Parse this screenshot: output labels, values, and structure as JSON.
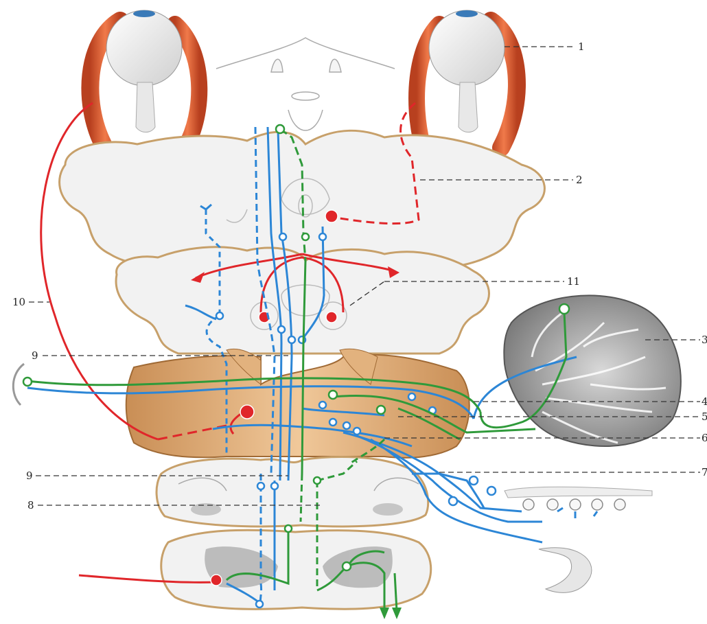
{
  "labels": {
    "l1": "1",
    "l2": "2",
    "l3": "3",
    "l4": "4",
    "l5": "5",
    "l6": "6",
    "l7": "7",
    "l8": "8",
    "l9a": "9",
    "l9b": "9",
    "l10": "10",
    "l11": "11"
  },
  "colors": {
    "background": "#ffffff",
    "brain_tissue": "#f1f1f1",
    "brain_outline": "#c8a46a",
    "pons_tan": "#d9a46b",
    "muscle": "#d9532c",
    "cerebellum": "#8b8b8b",
    "pathway_red": "#e0262a",
    "pathway_blue": "#2c86d6",
    "pathway_green": "#2f9a3a",
    "leader_line": "#333333"
  }
}
